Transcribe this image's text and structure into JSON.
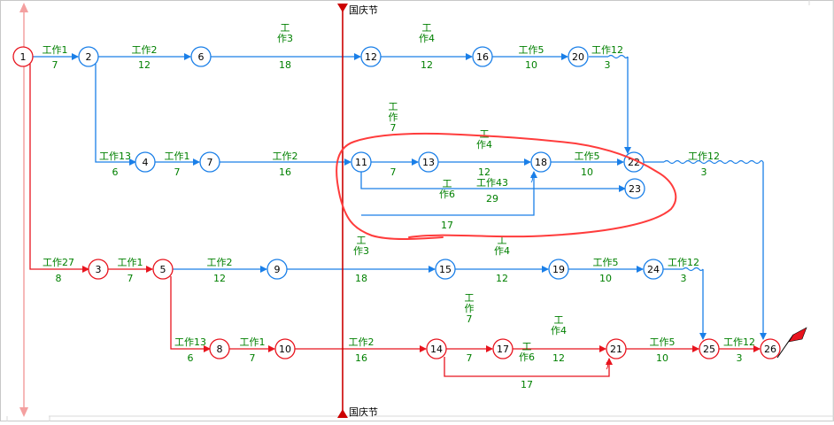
{
  "milestone": {
    "label_top": "国庆节",
    "label_bottom": "国庆节"
  },
  "colors": {
    "critical": "#e8141e",
    "normal": "#1a7fe8",
    "text": "#008000",
    "milestone": "#cc0000",
    "annotation": "#ff3c3c",
    "flag": "#e8141e"
  },
  "nodes": [
    {
      "id": "1",
      "critical": true
    },
    {
      "id": "2",
      "critical": false
    },
    {
      "id": "6",
      "critical": false
    },
    {
      "id": "12",
      "critical": false
    },
    {
      "id": "16",
      "critical": false
    },
    {
      "id": "20",
      "critical": false
    },
    {
      "id": "4",
      "critical": false
    },
    {
      "id": "7",
      "critical": false
    },
    {
      "id": "11",
      "critical": false
    },
    {
      "id": "13",
      "critical": false
    },
    {
      "id": "18",
      "critical": false
    },
    {
      "id": "22",
      "critical": false
    },
    {
      "id": "23",
      "critical": false
    },
    {
      "id": "3",
      "critical": true
    },
    {
      "id": "5",
      "critical": true
    },
    {
      "id": "9",
      "critical": false
    },
    {
      "id": "15",
      "critical": false
    },
    {
      "id": "19",
      "critical": false
    },
    {
      "id": "24",
      "critical": false
    },
    {
      "id": "8",
      "critical": true
    },
    {
      "id": "10",
      "critical": true
    },
    {
      "id": "14",
      "critical": true
    },
    {
      "id": "17",
      "critical": true
    },
    {
      "id": "21",
      "critical": true
    },
    {
      "id": "25",
      "critical": true
    },
    {
      "id": "26",
      "critical": true
    }
  ],
  "activities": [
    {
      "from": "1",
      "to": "2",
      "name": "工作1",
      "duration": "7"
    },
    {
      "from": "2",
      "to": "6",
      "name": "工作2",
      "duration": "12"
    },
    {
      "from": "6",
      "to": "12",
      "name": "工\n作3",
      "duration": "18"
    },
    {
      "from": "12",
      "to": "16",
      "name": "工\n作4",
      "duration": "12"
    },
    {
      "from": "16",
      "to": "20",
      "name": "工作5",
      "duration": "10"
    },
    {
      "from": "20",
      "to": "22",
      "name": "工作12",
      "duration": "3"
    },
    {
      "from": "2",
      "to": "4",
      "name": "工作13",
      "duration": "6"
    },
    {
      "from": "4",
      "to": "7",
      "name": "工作1",
      "duration": "7"
    },
    {
      "from": "7",
      "to": "11",
      "name": "工作2",
      "duration": "16"
    },
    {
      "from": "11",
      "to": "13",
      "name": "工\n作\n7",
      "duration": "7"
    },
    {
      "from": "13",
      "to": "18",
      "name": "工\n作4",
      "duration": "12"
    },
    {
      "from": "18",
      "to": "22",
      "name": "工作5",
      "duration": "10"
    },
    {
      "from": "22",
      "to": "26",
      "name": "工作12",
      "duration": "3"
    },
    {
      "from": "11",
      "to": "23",
      "name": "工作43",
      "duration": "29"
    },
    {
      "from": "11",
      "to": "18",
      "name": "工\n作6",
      "duration": "17"
    },
    {
      "from": "1",
      "to": "3",
      "name": "工作27",
      "duration": "8"
    },
    {
      "from": "3",
      "to": "5",
      "name": "工作1",
      "duration": "7"
    },
    {
      "from": "5",
      "to": "9",
      "name": "工作2",
      "duration": "12"
    },
    {
      "from": "9",
      "to": "15",
      "name": "工\n作3",
      "duration": "18"
    },
    {
      "from": "15",
      "to": "19",
      "name": "工\n作4",
      "duration": "12"
    },
    {
      "from": "19",
      "to": "24",
      "name": "工作5",
      "duration": "10"
    },
    {
      "from": "24",
      "to": "25",
      "name": "工作12",
      "duration": "3"
    },
    {
      "from": "5",
      "to": "8",
      "name": "工作13",
      "duration": "6"
    },
    {
      "from": "8",
      "to": "10",
      "name": "工作1",
      "duration": "7"
    },
    {
      "from": "10",
      "to": "14",
      "name": "工作2",
      "duration": "16"
    },
    {
      "from": "14",
      "to": "17",
      "name": "工\n作\n7",
      "duration": "7"
    },
    {
      "from": "17",
      "to": "21",
      "name": "工\n作4",
      "duration": "12"
    },
    {
      "from": "14",
      "to": "21",
      "name": "工\n作6",
      "duration": "17"
    },
    {
      "from": "21",
      "to": "25",
      "name": "工作5",
      "duration": "10"
    },
    {
      "from": "25",
      "to": "26",
      "name": "工作12",
      "duration": "3"
    }
  ]
}
